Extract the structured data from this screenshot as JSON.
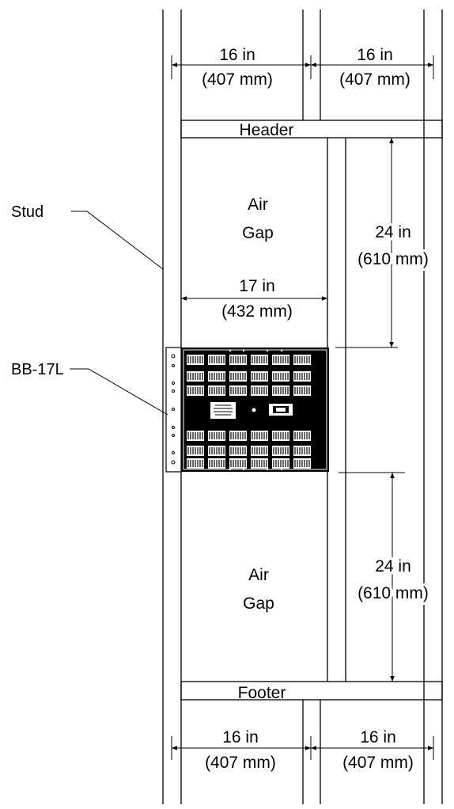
{
  "labels": {
    "stud": "Stud",
    "device": "BB-17L",
    "header": "Header",
    "footer": "Footer",
    "air_gap_top_line1": "Air",
    "air_gap_top_line2": "Gap",
    "air_gap_bottom_line1": "Air",
    "air_gap_bottom_line2": "Gap"
  },
  "dimensions": {
    "top_left_in": "16 in",
    "top_left_mm": "(407 mm)",
    "top_right_in": "16 in",
    "top_right_mm": "(407 mm)",
    "bottom_left_in": "16 in",
    "bottom_left_mm": "(407 mm)",
    "bottom_right_in": "16 in",
    "bottom_right_mm": "(407 mm)",
    "width_in": "17 in",
    "width_mm": "(432 mm)",
    "upper_gap_in": "24 in",
    "upper_gap_mm": "(610 mm)",
    "lower_gap_in": "24 in",
    "lower_gap_mm": "(610 mm)"
  }
}
